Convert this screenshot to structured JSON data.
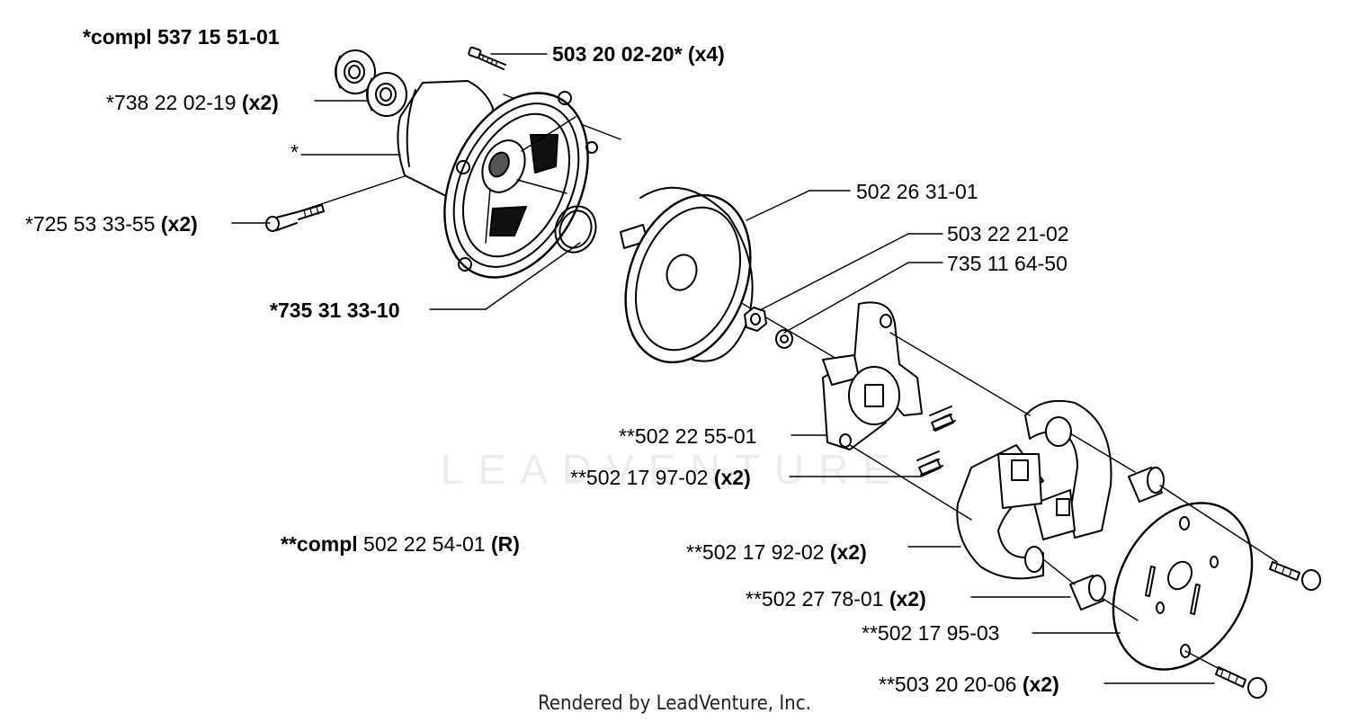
{
  "watermark": "LEADVENTURE",
  "footer": "Rendered by LeadVenture, Inc.",
  "labels": {
    "kit_a": "*compl 537 15 51-01",
    "screw_4": {
      "num": "503 20 02-20*",
      "qty": "(x4)"
    },
    "bearing": {
      "num": "*738 22 02-19",
      "qty": "(x2)"
    },
    "housing": "*",
    "screw_2": {
      "num": "*725 53 33-55",
      "qty": "(x2)"
    },
    "ring": "*735 31 33-10",
    "drum": "502 26 31-01",
    "nut": "503 22 21-02",
    "washer": "735 11 64-50",
    "hub": "**502 22 55-01",
    "spring": {
      "num": "**502 17 97-02",
      "qty": "(x2)"
    },
    "kit_b": {
      "pre": "**compl",
      "num": "502 22 54-01",
      "qty": "(R)"
    },
    "shoe": {
      "num": "**502 17 92-02",
      "qty": "(x2)"
    },
    "bushing": {
      "num": "**502 27 78-01",
      "qty": "(x2)"
    },
    "plate": "**502 17 95-03",
    "bolt": {
      "num": "**503 20 20-06",
      "qty": "(x2)"
    }
  }
}
